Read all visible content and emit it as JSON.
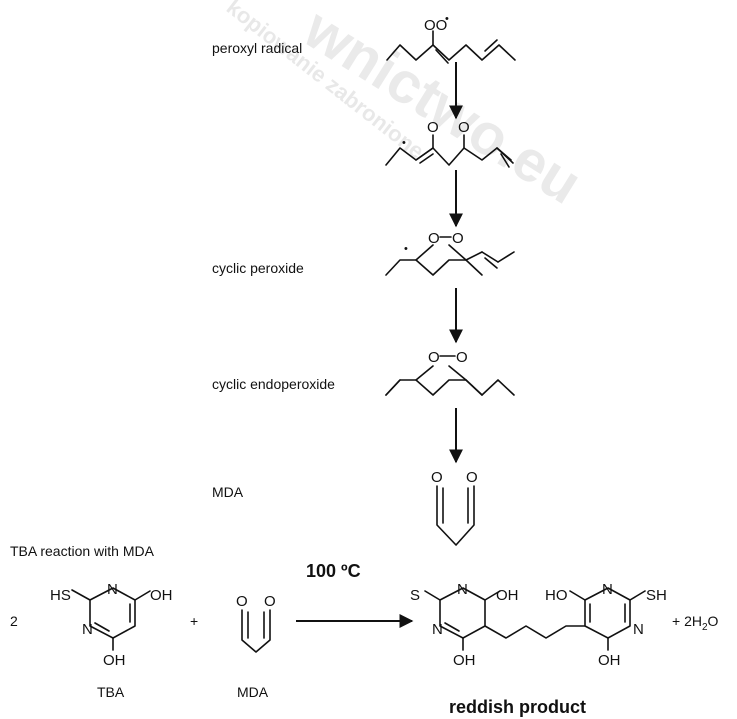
{
  "watermark": {
    "main": "wnictwo.eu",
    "sub": "kopiowanie zabronione"
  },
  "labels": {
    "peroxyl": "peroxyl radical",
    "cyclic_peroxide": "cyclic peroxide",
    "cyclic_endoperoxide": "cyclic endoperoxide",
    "mda": "MDA",
    "tba_heading": "TBA reaction with MDA",
    "coef": "2",
    "plus1": "+",
    "plus2": "+ 2H",
    "water_sub": "2",
    "water_o": "O",
    "condition": "100 ºC",
    "tba_name": "TBA",
    "mda_name": "MDA",
    "product": "reddish product"
  },
  "atoms": {
    "O": "O",
    "OO": "OO",
    "radical_dot": "•",
    "HS": "HS",
    "SH": "SH",
    "S": "S",
    "N": "N",
    "OH": "OH",
    "HO": "HO"
  }
}
